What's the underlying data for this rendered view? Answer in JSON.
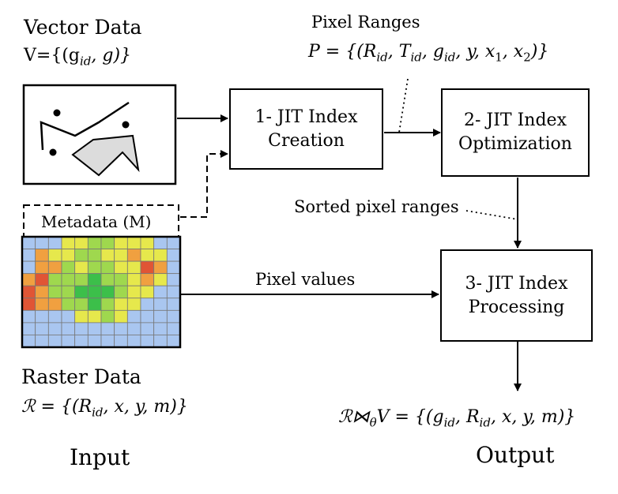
{
  "input": {
    "vector_title": "Vector Data",
    "vector_formula": "V={(g",
    "vector_formula_sub": "id",
    "vector_formula_end": ", g)}",
    "metadata_label": "Metadata (M)",
    "raster_title": "Raster Data",
    "raster_formula": "ℛ = {(R",
    "raster_formula_sub": "id",
    "raster_formula_end": ", x, y, m)}",
    "caption": "Input"
  },
  "pixel_ranges": {
    "title": "Pixel Ranges",
    "formula_a": "P = {(R",
    "formula_sub1": "id",
    "formula_b": ", T",
    "formula_sub2": "id",
    "formula_c": ", g",
    "formula_sub3": "id",
    "formula_d": ", y, x",
    "formula_sub4": "1",
    "formula_e": ", x",
    "formula_sub5": "2",
    "formula_f": ")}"
  },
  "steps": {
    "step1_line1": "1- JIT Index",
    "step1_line2": "Creation",
    "step2_line1": "2- JIT Index",
    "step2_line2": "Optimization",
    "step3_line1": "3- JIT Index",
    "step3_line2": "Processing"
  },
  "edges": {
    "sorted_label": "Sorted pixel ranges",
    "pixel_values_label": "Pixel values"
  },
  "output": {
    "formula_a": "ℛ⋈",
    "formula_theta": "θ",
    "formula_b": "V = {(g",
    "formula_sub1": "id",
    "formula_c": ", R",
    "formula_sub2": "id",
    "formula_d": ", x, y, m)}",
    "caption": "Output"
  },
  "colors": {
    "polygon_fill": "#dcdcdc",
    "grid_line": "#777777",
    "raster_water": "#a9c6f0",
    "raster_green": "#3cbf4a",
    "raster_yellow": "#e6e84c",
    "raster_orange": "#f0a040",
    "raster_red": "#e05535"
  }
}
